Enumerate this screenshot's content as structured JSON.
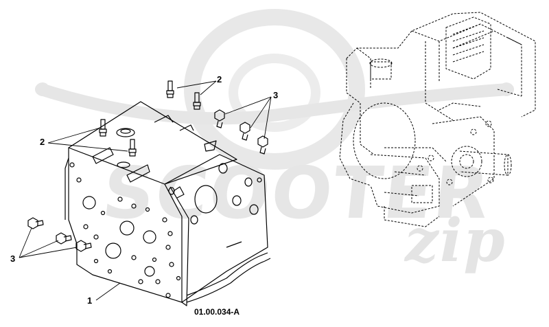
{
  "figure_id": "01.00.034-A",
  "callouts": {
    "frame": "1",
    "studs": "2",
    "bolts": "3"
  },
  "watermark": {
    "word": "SCOOTER",
    "script": "zip"
  }
}
